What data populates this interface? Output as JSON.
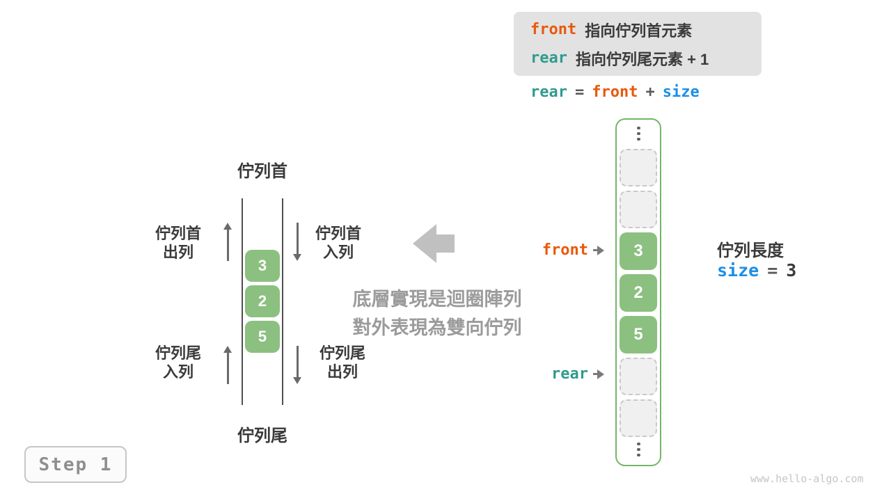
{
  "colors": {
    "orange": "#e8590c",
    "teal": "#2f9b8d",
    "blue": "#1b8fe5",
    "green_cell": "#8cc080",
    "green_border": "#74b567",
    "legend_bg": "#e2e2e2"
  },
  "legend_box": {
    "front_var": "front",
    "front_desc": "指向佇列首元素",
    "rear_var": "rear",
    "rear_desc": "指向佇列尾元素 + 1"
  },
  "formula": {
    "lhs": "rear",
    "eq": "=",
    "op1": "front",
    "plus": "+",
    "op2": "size"
  },
  "ring_array": {
    "cells": [
      {
        "value": "",
        "state": "empty"
      },
      {
        "value": "",
        "state": "empty"
      },
      {
        "value": "3",
        "state": "filled"
      },
      {
        "value": "2",
        "state": "filled"
      },
      {
        "value": "5",
        "state": "filled"
      },
      {
        "value": "",
        "state": "empty"
      },
      {
        "value": "",
        "state": "empty"
      }
    ]
  },
  "pointers": {
    "front": {
      "label": "front"
    },
    "rear": {
      "label": "rear"
    }
  },
  "length_caption": {
    "title": "佇列長度",
    "var": "size",
    "eq": "=",
    "value": "3"
  },
  "deque": {
    "top_label": "佇列首",
    "bottom_label": "佇列尾",
    "cells": [
      "3",
      "2",
      "5"
    ],
    "ops": {
      "front_out": {
        "line1": "佇列首",
        "line2": "出列"
      },
      "front_in": {
        "line1": "佇列首",
        "line2": "入列"
      },
      "rear_in": {
        "line1": "佇列尾",
        "line2": "入列"
      },
      "rear_out": {
        "line1": "佇列尾",
        "line2": "出列"
      }
    }
  },
  "note": {
    "line1": "底層實現是迴圈陣列",
    "line2": "對外表現為雙向佇列"
  },
  "step_badge": "Step 1",
  "watermark": "www.hello-algo.com"
}
